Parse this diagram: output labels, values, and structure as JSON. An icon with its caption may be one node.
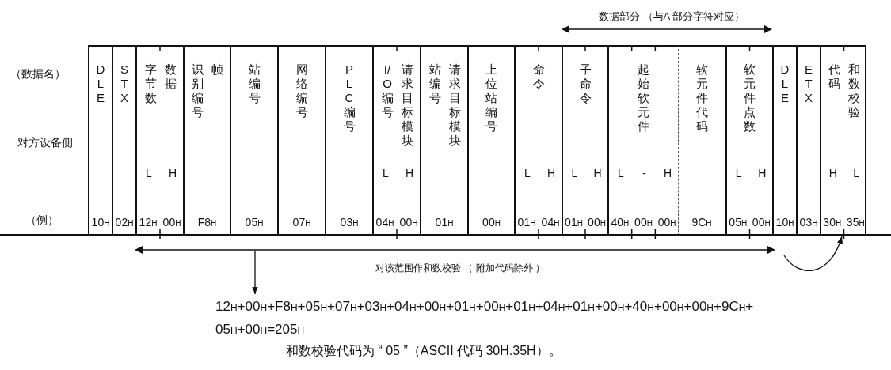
{
  "diagram": {
    "nodes": [
      {
        "text": [
          "DLE",
          "10$_{H}$"
        ]
      },
      {
        "text": [
          "STX",
          "02$_{H}$"
        ]
      },
      {
        "text": [
          "字节数",
          "数据",
          "L",
          "H",
          "12$_{H}$",
          "00$_{H}$"
        ]
      },
      {
        "text": [
          "识别编号",
          "帧",
          "F8$_{H}$"
        ]
      },
      {
        "text": [
          "站编号",
          "05$_{H}$"
        ]
      },
      {
        "text": [
          "网络编号",
          "07$_{H}$"
        ]
      },
      {
        "text": [
          "PLC编号",
          "03$_{H}$"
        ]
      },
      {
        "text": [
          "I/O编号",
          "请求目标模块",
          "L",
          "H",
          "04$_{H}$",
          "00$_{H}$"
        ]
      },
      {
        "text": [
          "站编号",
          "请求目标模块",
          "01$_{H}$"
        ]
      },
      {
        "text": [
          "上位站编号",
          "00$_{H}$"
        ]
      },
      {
        "text": [
          "命令",
          "L",
          "H",
          "01$_{H}$",
          "04$_{H}$"
        ]
      },
      {
        "text": [
          "子命令",
          "L",
          "H",
          "01$_{H}$",
          "00$_{H}$"
        ]
      },
      {
        "text": [
          "起始软元件",
          "L",
          "-",
          "H",
          "40$_{H}$",
          "00$_{H}$",
          "00$_{H}$"
        ]
      },
      {
        "text": [
          "软元件代码",
          "9C$_{H}$"
        ]
      },
      {
        "text": [
          "软元件点数",
          "L",
          "H",
          "05$_{H}$",
          "00$_{H}$"
        ]
      },
      {
        "text": [
          "DLE",
          "10$_{H}$"
        ]
      },
      {
        "text": [
          "ETX",
          "03$_{H}$"
        ]
      },
      {
        "text": [
          "代码",
          "和数校验",
          "H",
          "L",
          "30$_{H}$",
          "35$_{H}$"
        ]
      },
      {
        "text": [
          "12$_{H}$+00$_{H}$+F8$_{H}$+05$_{H}$+07$_{H}$+03$_{H}$+04$_{H}$+00$_{H}$+01$_{H}$+00$_{H}$+01$_{H}$+04$_{H}$+01$_{H}$+00$_{H}$+40$_{H}$+00$_{H}$+00$_{H}$+9C$_{H}$+05$_{H}$+00$_{H}$=205$_{H}$"
        ]
      }
    ],
    "edges": [
      {
        "from": null,
        "to": 18,
        "arrow": "to"
      },
      {
        "from": null,
        "to": 17,
        "arrow": "to"
      }
    ],
    "labels": [
      "数据部分 （与A 部分字符对应）",
      "（数据名）",
      "对方设备侧",
      "（例）",
      "对该范围作和数校验 （ 附加代码除外 ）",
      "和数校验代码为 “ 05 ”（ASCII 代码 30H.35H）。"
    ]
  }
}
